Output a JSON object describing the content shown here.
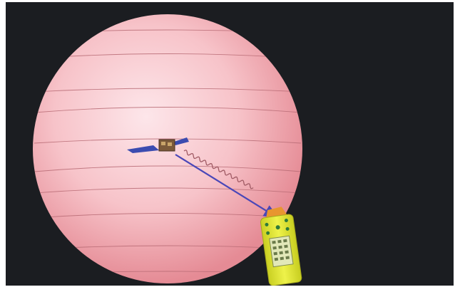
{
  "diagram": {
    "colors": {
      "background": "#1b1d21",
      "frame": "#ffffff",
      "sphere_light": "#fde6ea",
      "sphere_mid": "#f4b3bb",
      "sphere_edge": "#e58b95",
      "sphere_lines": "#b86b75",
      "signal_wave": "#a05a64",
      "arrow": "#4a47b8",
      "satellite_panel": "#3b4cb0",
      "receiver_body": "#e8ee3a",
      "receiver_top": "#e8962f"
    },
    "elements": {
      "sphere": "signal-sphere",
      "satellite": "satellite-icon",
      "signal": "signal-wave",
      "arrow": "signal-arrow",
      "receiver": "gps-receiver-icon"
    }
  }
}
